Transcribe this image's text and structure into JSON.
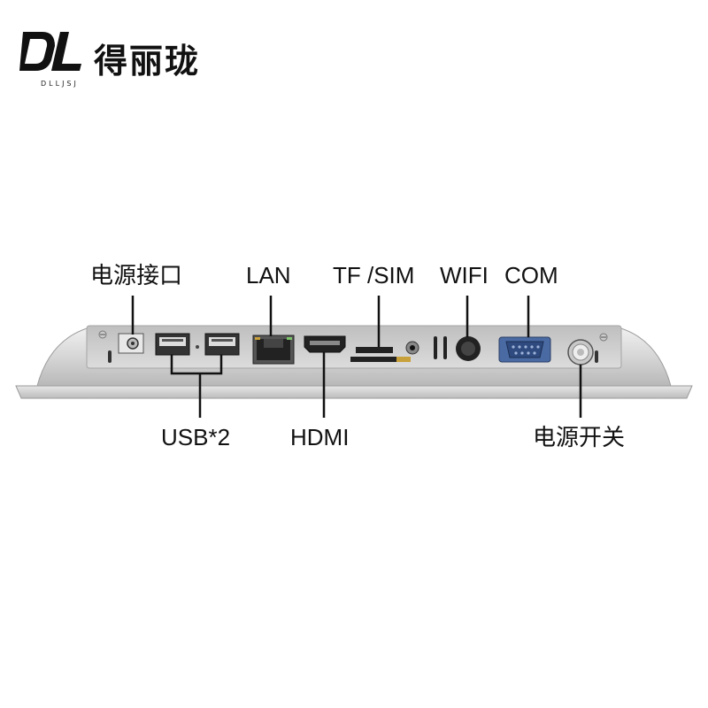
{
  "brand": {
    "name_cn": "得丽珑",
    "name_en": "DLLJSJ",
    "mark_text": "DL"
  },
  "labels": {
    "power_port": "电源接口",
    "lan": "LAN",
    "tf_sim": "TF /SIM",
    "wifi": "WIFI",
    "com": "COM",
    "usb": "USB*2",
    "hdmi": "HDMI",
    "power_switch": "电源开关"
  },
  "colors": {
    "panel": "#d8d8d8",
    "panel_dark": "#a9a9a9",
    "port_blue": "#3b5c94",
    "line": "#111111"
  }
}
